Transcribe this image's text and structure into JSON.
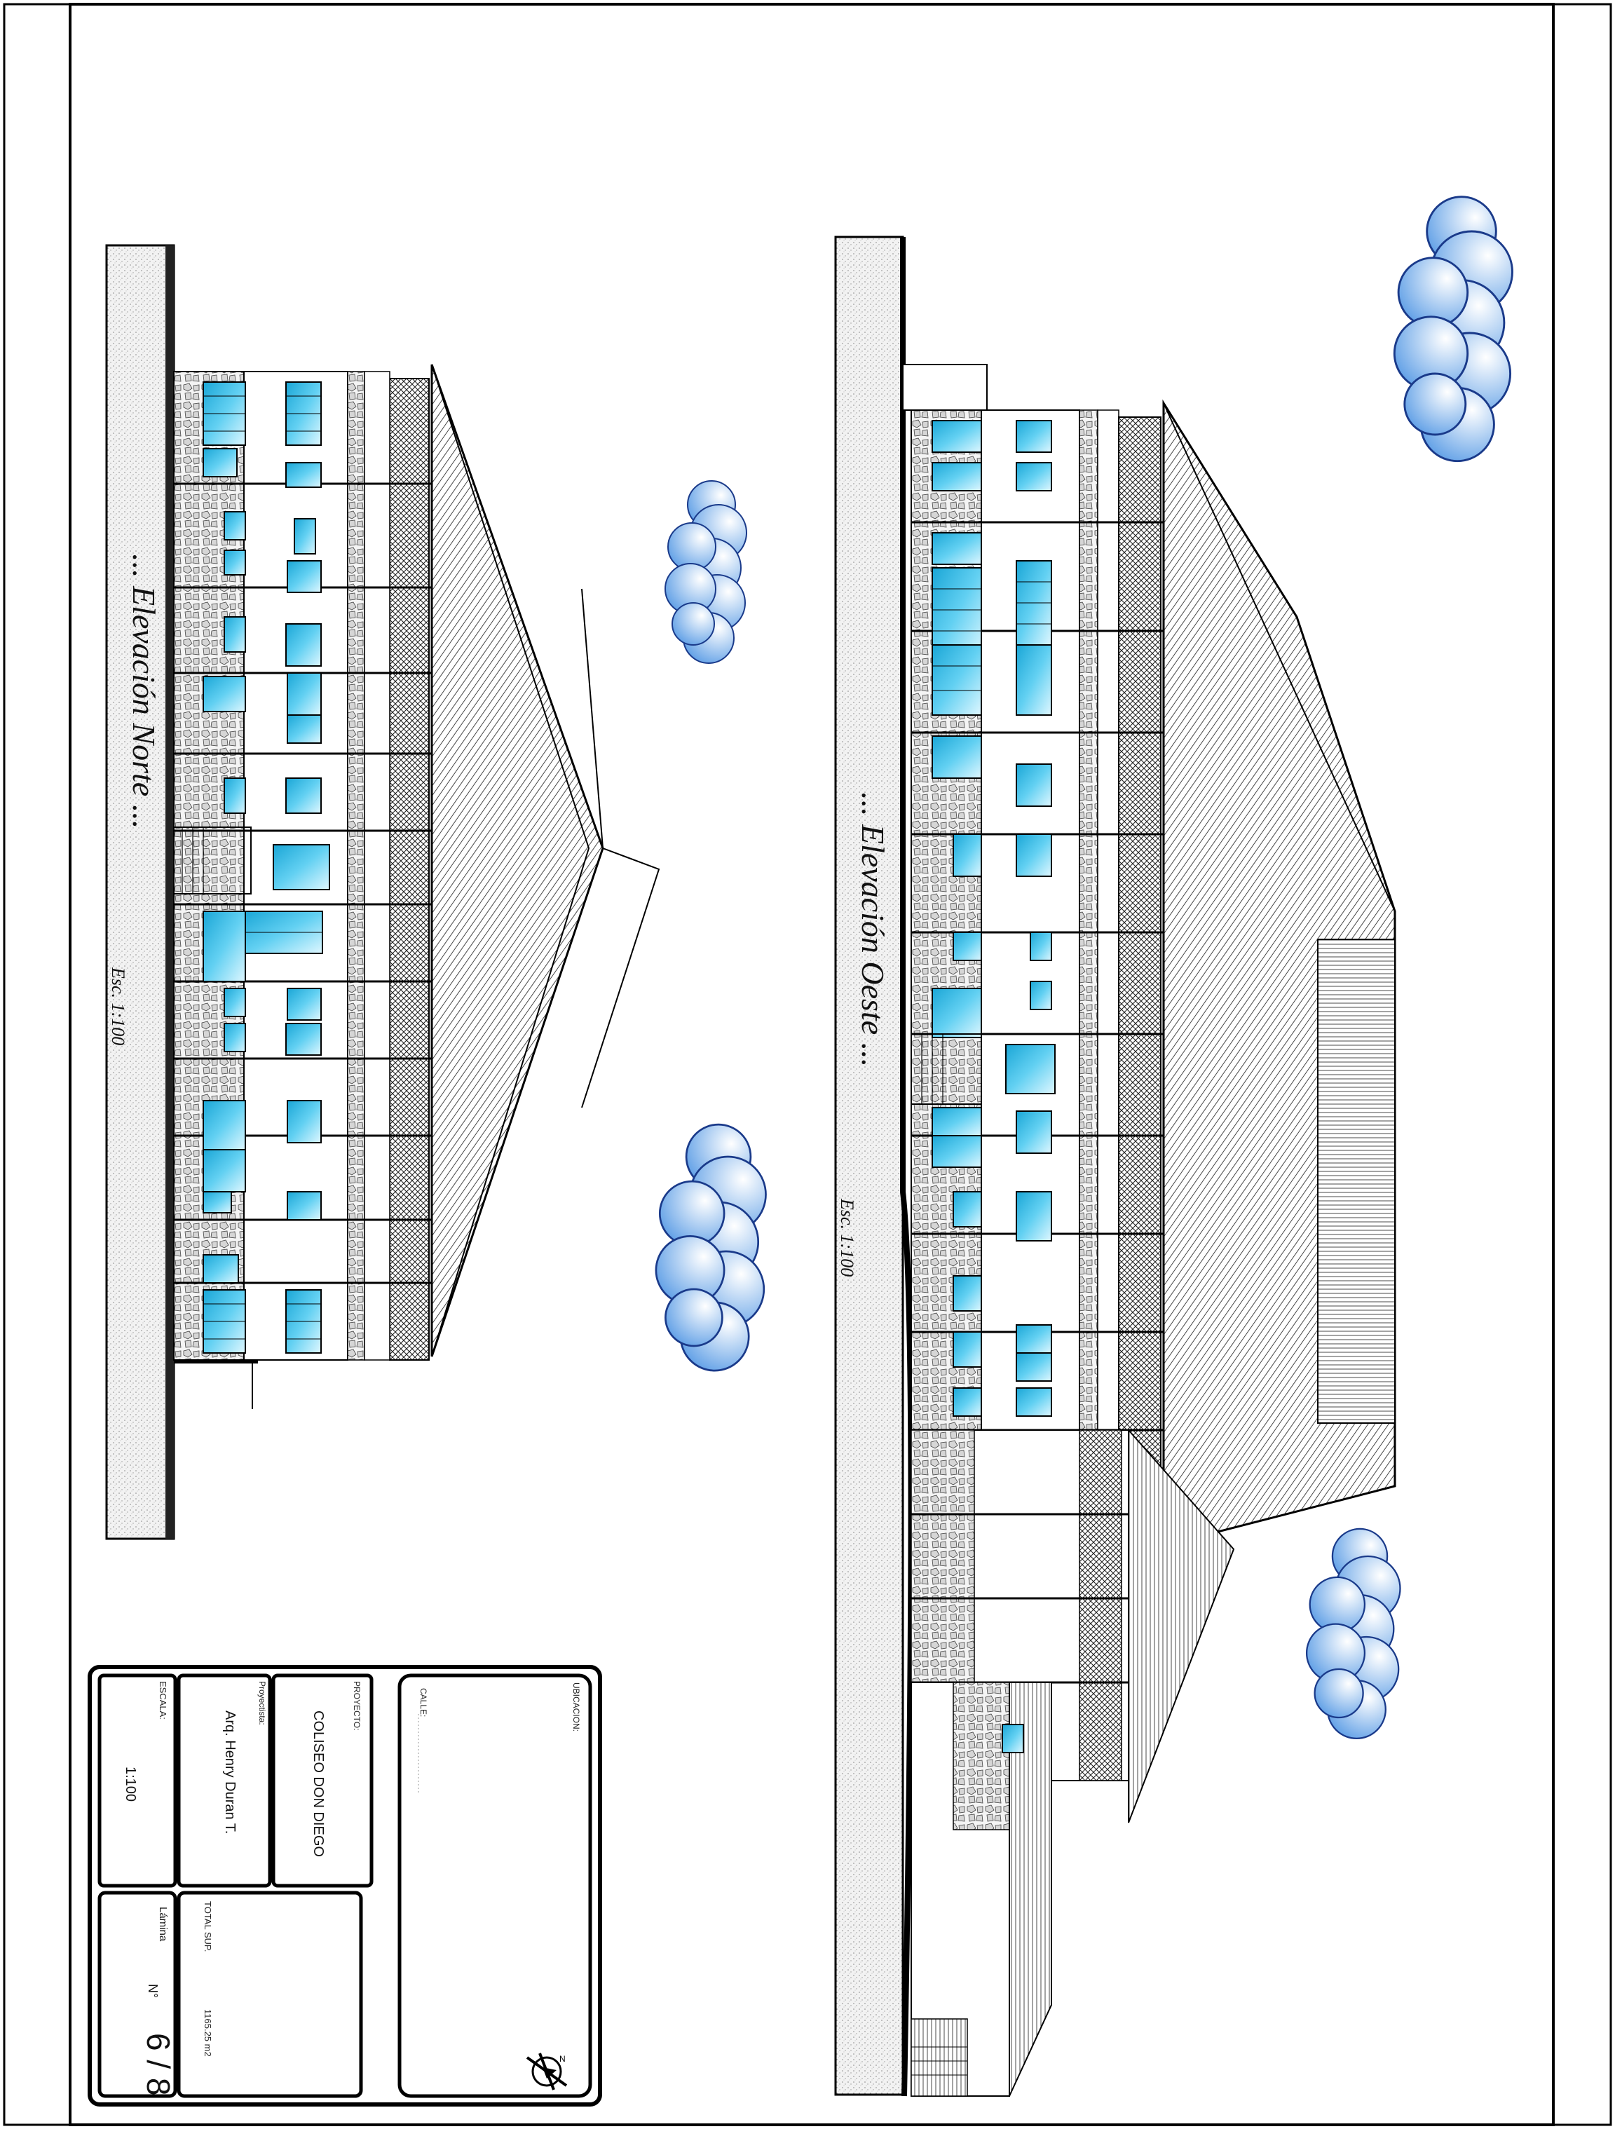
{
  "drawings": {
    "north": {
      "title": "... Elevación Norte ...",
      "scale": "Esc. 1:100"
    },
    "west": {
      "title": "... Elevación Oeste ...",
      "scale": "Esc. 1:100"
    }
  },
  "title_block": {
    "ubicacion_label": "UBICACION:",
    "calle_label": "CALLE:",
    "proyecto_label": "PROYECTO:",
    "proyecto_value": "COLISEO DON DIEGO",
    "proyectista_label": "Proyectista:",
    "proyectista_value": "Arq. Henry Duran T.",
    "escala_label": "ESCALA:",
    "escala_value": "1:100",
    "total_sup_label": "TOTAL SUP.",
    "total_sup_value": "1165.25 m2",
    "lamina_label": "Lámina",
    "numero_label": "N°",
    "sheet_number": "6 / 8"
  },
  "colors": {
    "ink": "#111111",
    "glass": "#3fb7e0",
    "glass_light": "#bfeeff",
    "cloud": "#6aa6ea",
    "cloud_light": "#e6f2ff",
    "stone": "#d9d9d9"
  },
  "icons": {
    "north_arrow": "north-arrow-icon"
  }
}
